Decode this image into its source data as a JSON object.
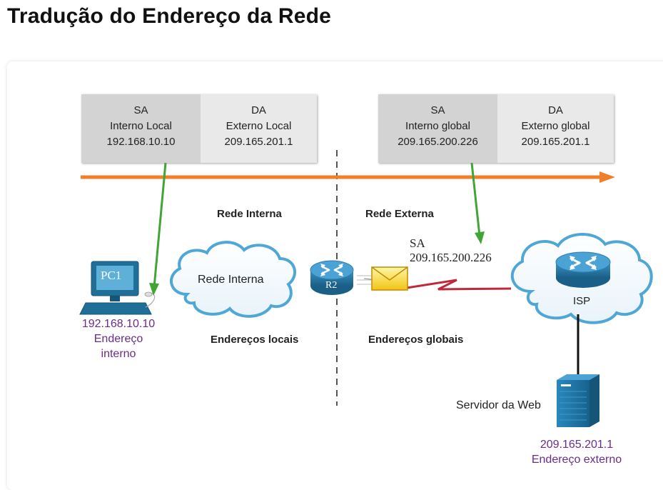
{
  "title": "Tradução do Endereço da Rede",
  "colors": {
    "arrow": "#f07f2a",
    "pointer": "#3fa535",
    "label_purple": "#6a2c8c",
    "device_blue": "#1f6f98",
    "serial_link": "#c0283c",
    "header_dark": "#d3d3d3",
    "header_light": "#e9e9e9"
  },
  "header_left": {
    "sa": {
      "line1": "SA",
      "line2": "Interno Local",
      "line3": "192.168.10.10"
    },
    "da": {
      "line1": "DA",
      "line2": "Externo Local",
      "line3": "209.165.201.1"
    }
  },
  "header_right": {
    "sa": {
      "line1": "SA",
      "line2": "Interno global",
      "line3": "209.165.200.226"
    },
    "da": {
      "line1": "DA",
      "line2": "Externo global",
      "line3": "209.165.201.1"
    }
  },
  "zones": {
    "inside": "Rede Interna",
    "outside": "Rede Externa",
    "local_addresses": "Endereços locais",
    "global_addresses": "Endereços globais"
  },
  "cloud_inside_label": "Rede Interna",
  "pc": {
    "label": "PC1",
    "ip": "192.168.10.10",
    "desc_line1": "Endereço",
    "desc_line2": "interno"
  },
  "router": {
    "label": "R2"
  },
  "packet_sa": {
    "line1": "SA",
    "line2": "209.165.200.226"
  },
  "isp_label": "ISP",
  "server": {
    "label": "Servidor da Web",
    "ip": "209.165.201.1",
    "desc": "Endereço externo"
  },
  "icons": [
    "pc-icon",
    "router-icon",
    "envelope-icon",
    "cloud-icon",
    "server-icon"
  ]
}
